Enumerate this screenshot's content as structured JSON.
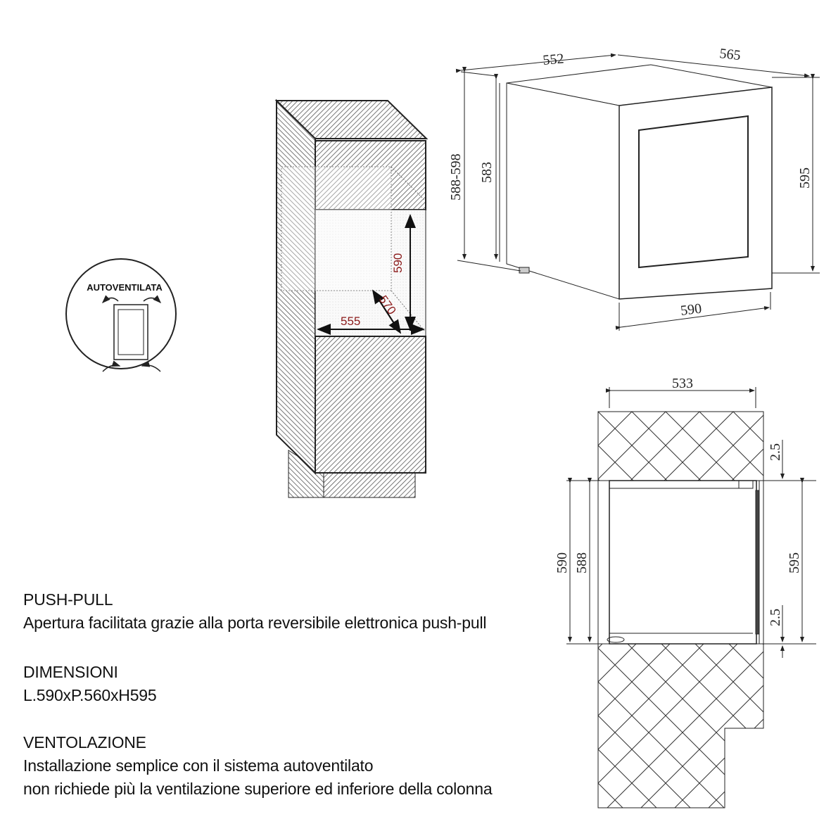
{
  "cabinet_dims": {
    "height": "590",
    "width": "555",
    "depth": "570"
  },
  "ventilation_badge": {
    "label": "AUTOVENTILATA"
  },
  "appliance_dims": {
    "width_top": "552",
    "depth_top": "565",
    "height_left": "583",
    "niche_range": "588-598",
    "height_right": "595",
    "width_bottom": "590"
  },
  "section_dims": {
    "top_width": "533",
    "gap_top": "2.5",
    "gap_bottom": "2.5",
    "height_outer": "590",
    "height_inner": "588",
    "height_door": "595"
  },
  "features": [
    {
      "title": "PUSH-PULL",
      "lines": [
        "Apertura facilitata grazie alla porta reversibile elettronica push-pull"
      ]
    },
    {
      "title": "DIMENSIONI",
      "lines": [
        "L.590xP.560xH595"
      ]
    },
    {
      "title": "VENTOLAZIONE",
      "lines": [
        "Installazione semplice con il sistema autoventilato",
        "non richiede più la ventilazione superiore ed inferiore della colonna"
      ]
    }
  ]
}
